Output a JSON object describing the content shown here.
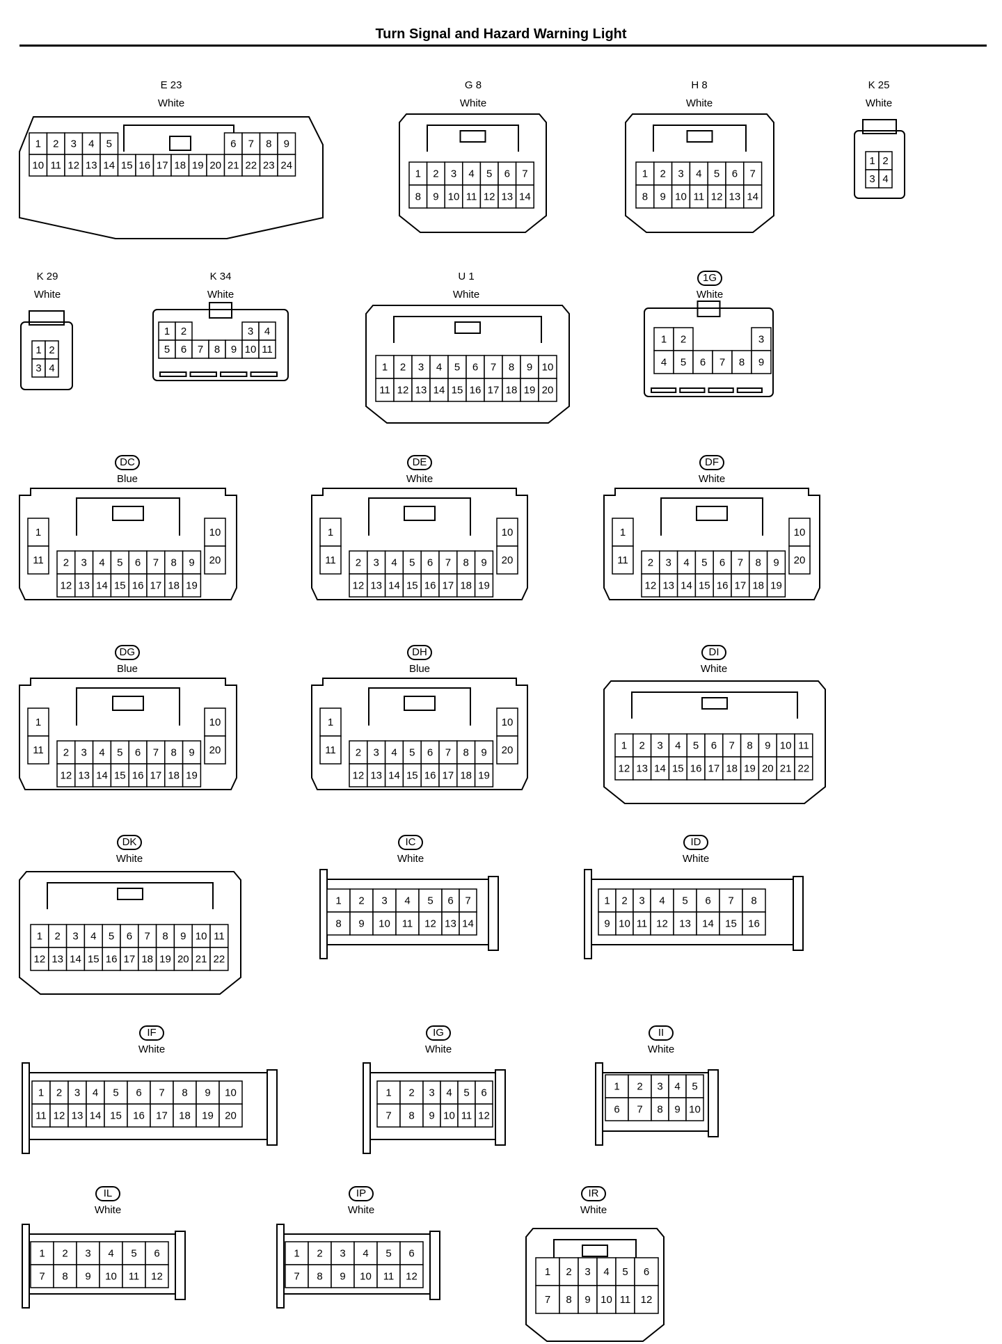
{
  "title": "Turn Signal and Hazard Warning Light",
  "connectors": [
    {
      "code": "E 23",
      "circled": false,
      "color": "White",
      "rows": [
        [
          "1",
          "2",
          "3",
          "4",
          "5",
          "6",
          "7",
          "8",
          "9"
        ],
        [
          "10",
          "11",
          "12",
          "13",
          "14",
          "15",
          "16",
          "17",
          "18",
          "19",
          "20",
          "21",
          "22",
          "23",
          "24"
        ]
      ]
    },
    {
      "code": "G 8",
      "circled": false,
      "color": "White",
      "rows": [
        [
          "1",
          "2",
          "3",
          "4",
          "5",
          "6",
          "7"
        ],
        [
          "8",
          "9",
          "10",
          "11",
          "12",
          "13",
          "14"
        ]
      ]
    },
    {
      "code": "H 8",
      "circled": false,
      "color": "White",
      "rows": [
        [
          "1",
          "2",
          "3",
          "4",
          "5",
          "6",
          "7"
        ],
        [
          "8",
          "9",
          "10",
          "11",
          "12",
          "13",
          "14"
        ]
      ]
    },
    {
      "code": "K 25",
      "circled": false,
      "color": "White",
      "rows": [
        [
          "1",
          "2"
        ],
        [
          "3",
          "4"
        ]
      ]
    },
    {
      "code": "K 29",
      "circled": false,
      "color": "White",
      "rows": [
        [
          "1",
          "2"
        ],
        [
          "3",
          "4"
        ]
      ]
    },
    {
      "code": "K 34",
      "circled": false,
      "color": "White",
      "rows": [
        [
          "1",
          "2",
          "3",
          "4"
        ],
        [
          "5",
          "6",
          "7",
          "8",
          "9",
          "10",
          "11"
        ]
      ]
    },
    {
      "code": "U 1",
      "circled": false,
      "color": "White",
      "rows": [
        [
          "1",
          "2",
          "3",
          "4",
          "5",
          "6",
          "7",
          "8",
          "9",
          "10"
        ],
        [
          "11",
          "12",
          "13",
          "14",
          "15",
          "16",
          "17",
          "18",
          "19",
          "20"
        ]
      ]
    },
    {
      "code": "1G",
      "circled": true,
      "color": "White",
      "rows": [
        [
          "1",
          "2",
          "3"
        ],
        [
          "4",
          "5",
          "6",
          "7",
          "8",
          "9"
        ]
      ]
    },
    {
      "code": "DC",
      "circled": true,
      "color": "Blue",
      "rows": [
        [
          "1",
          "10"
        ],
        [
          "11",
          "2",
          "3",
          "4",
          "5",
          "6",
          "7",
          "8",
          "9",
          "20"
        ],
        [
          "12",
          "13",
          "14",
          "15",
          "16",
          "17",
          "18",
          "19"
        ]
      ]
    },
    {
      "code": "DE",
      "circled": true,
      "color": "White",
      "rows": [
        [
          "1",
          "10"
        ],
        [
          "11",
          "2",
          "3",
          "4",
          "5",
          "6",
          "7",
          "8",
          "9",
          "20"
        ],
        [
          "12",
          "13",
          "14",
          "15",
          "16",
          "17",
          "18",
          "19"
        ]
      ]
    },
    {
      "code": "DF",
      "circled": true,
      "color": "White",
      "rows": [
        [
          "1",
          "10"
        ],
        [
          "11",
          "2",
          "3",
          "4",
          "5",
          "6",
          "7",
          "8",
          "9",
          "20"
        ],
        [
          "12",
          "13",
          "14",
          "15",
          "16",
          "17",
          "18",
          "19"
        ]
      ]
    },
    {
      "code": "DG",
      "circled": true,
      "color": "Blue",
      "rows": [
        [
          "1",
          "10"
        ],
        [
          "11",
          "2",
          "3",
          "4",
          "5",
          "6",
          "7",
          "8",
          "9",
          "20"
        ],
        [
          "12",
          "13",
          "14",
          "15",
          "16",
          "17",
          "18",
          "19"
        ]
      ]
    },
    {
      "code": "DH",
      "circled": true,
      "color": "Blue",
      "rows": [
        [
          "1",
          "10"
        ],
        [
          "11",
          "2",
          "3",
          "4",
          "5",
          "6",
          "7",
          "8",
          "9",
          "20"
        ],
        [
          "12",
          "13",
          "14",
          "15",
          "16",
          "17",
          "18",
          "19"
        ]
      ]
    },
    {
      "code": "DI",
      "circled": true,
      "color": "White",
      "rows": [
        [
          "1",
          "2",
          "3",
          "4",
          "5",
          "6",
          "7",
          "8",
          "9",
          "10",
          "11"
        ],
        [
          "12",
          "13",
          "14",
          "15",
          "16",
          "17",
          "18",
          "19",
          "20",
          "21",
          "22"
        ]
      ]
    },
    {
      "code": "DK",
      "circled": true,
      "color": "White",
      "rows": [
        [
          "1",
          "2",
          "3",
          "4",
          "5",
          "6",
          "7",
          "8",
          "9",
          "10",
          "11"
        ],
        [
          "12",
          "13",
          "14",
          "15",
          "16",
          "17",
          "18",
          "19",
          "20",
          "21",
          "22"
        ]
      ]
    },
    {
      "code": "IC",
      "circled": true,
      "color": "White",
      "rows": [
        [
          "1",
          "2",
          "3",
          "4",
          "5",
          "6",
          "7"
        ],
        [
          "8",
          "9",
          "10",
          "11",
          "12",
          "13",
          "14"
        ]
      ]
    },
    {
      "code": "ID",
      "circled": true,
      "color": "White",
      "rows": [
        [
          "1",
          "2",
          "3",
          "4",
          "5",
          "6",
          "7",
          "8"
        ],
        [
          "9",
          "10",
          "11",
          "12",
          "13",
          "14",
          "15",
          "16"
        ]
      ]
    },
    {
      "code": "IF",
      "circled": true,
      "color": "White",
      "rows": [
        [
          "1",
          "2",
          "3",
          "4",
          "5",
          "6",
          "7",
          "8",
          "9",
          "10"
        ],
        [
          "11",
          "12",
          "13",
          "14",
          "15",
          "16",
          "17",
          "18",
          "19",
          "20"
        ]
      ]
    },
    {
      "code": "IG",
      "circled": true,
      "color": "White",
      "rows": [
        [
          "1",
          "2",
          "3",
          "4",
          "5",
          "6"
        ],
        [
          "7",
          "8",
          "9",
          "10",
          "11",
          "12"
        ]
      ]
    },
    {
      "code": "II",
      "circled": true,
      "color": "White",
      "rows": [
        [
          "1",
          "2",
          "3",
          "4",
          "5"
        ],
        [
          "6",
          "7",
          "8",
          "9",
          "10"
        ]
      ]
    },
    {
      "code": "IL",
      "circled": true,
      "color": "White",
      "rows": [
        [
          "1",
          "2",
          "3",
          "4",
          "5",
          "6"
        ],
        [
          "7",
          "8",
          "9",
          "10",
          "11",
          "12"
        ]
      ]
    },
    {
      "code": "IP",
      "circled": true,
      "color": "White",
      "rows": [
        [
          "1",
          "2",
          "3",
          "4",
          "5",
          "6"
        ],
        [
          "7",
          "8",
          "9",
          "10",
          "11",
          "12"
        ]
      ]
    },
    {
      "code": "IR",
      "circled": true,
      "color": "White",
      "rows": [
        [
          "1",
          "2",
          "3",
          "4",
          "5",
          "6"
        ],
        [
          "7",
          "8",
          "9",
          "10",
          "11",
          "12"
        ]
      ]
    }
  ]
}
